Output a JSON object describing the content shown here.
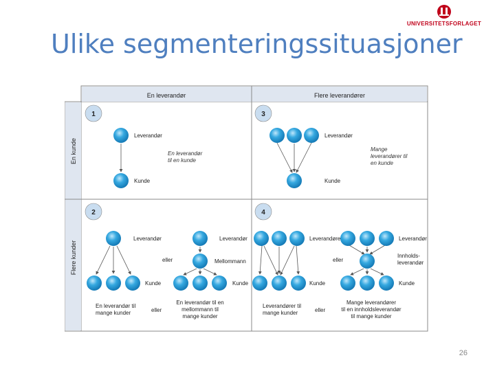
{
  "slide": {
    "title": "Ulike segmenteringssituasjoner",
    "page_number": "26",
    "logo_text": "UNIVERSITETSFORLAGET"
  },
  "diagram": {
    "columns": [
      "En leverandør",
      "Flere leverandører"
    ],
    "rows": [
      "En kunde",
      "Flere kunder"
    ],
    "quadrant_numbers": [
      "1",
      "3",
      "2",
      "4"
    ],
    "labels": {
      "leverandor": "Leverandør",
      "leverandorer": "Leverandører",
      "kunde": "Kunde",
      "mellommann": "Mellommann",
      "eller": "eller",
      "innholds_1": "Innholds-",
      "innholds_2": "leverandør",
      "q1_caption_1": "En leverandør",
      "q1_caption_2": "til en kunde",
      "q3_caption_1": "Mange",
      "q3_caption_2": "leverandører til",
      "q3_caption_3": "en kunde",
      "q2a_caption_1": "En leverandør til",
      "q2a_caption_2": "mange kunder",
      "q2b_caption_1": "En leverandør til en",
      "q2b_caption_2": "mellommann til",
      "q2b_caption_3": "mange kunder",
      "q4a_caption_1": "Leverandører til",
      "q4a_caption_2": "mange kunder",
      "q4b_caption_1": "Mange leverandører",
      "q4b_caption_2": "til en innholdsleverandør",
      "q4b_caption_3": "til mange kunder"
    },
    "colors": {
      "node_fill": "#35a8e0",
      "header_fill": "#dfe6f0",
      "number_fill": "#c9ddf0",
      "border": "#8a8a8a"
    }
  }
}
